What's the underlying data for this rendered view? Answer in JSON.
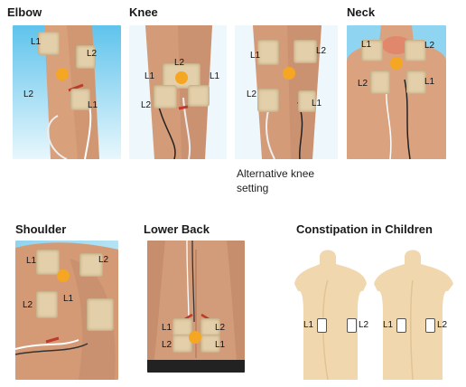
{
  "panels": [
    {
      "key": "elbow",
      "title": "Elbow",
      "labels": [
        "L1",
        "L2",
        "L2",
        "L1"
      ]
    },
    {
      "key": "knee",
      "title": "Knee",
      "labels": [
        "L2",
        "L1",
        "L1",
        "L2"
      ]
    },
    {
      "key": "knee_alt",
      "title": "",
      "labels": [
        "L1",
        "L2",
        "L2",
        "L1"
      ],
      "caption_line1": "Alternative knee",
      "caption_line2": "setting"
    },
    {
      "key": "neck",
      "title": "Neck",
      "labels": [
        "L1",
        "L2",
        "L2",
        "L1"
      ]
    },
    {
      "key": "shoulder",
      "title": "Shoulder",
      "labels": [
        "L1",
        "L2",
        "L2",
        "L1"
      ]
    },
    {
      "key": "lower_back",
      "title": "Lower Back",
      "labels": [
        "L1",
        "L2",
        "L2",
        "L1"
      ]
    },
    {
      "key": "constipation",
      "title": "Constipation in Children",
      "labels": [
        "L1",
        "L2",
        "L1",
        "L2"
      ]
    }
  ],
  "colors": {
    "sky": "#7fcfee",
    "skin": "#d9a07c",
    "pad": "#e3cfa9",
    "center_dot": "#f5a623",
    "mannequin": "#f0d7ae"
  }
}
